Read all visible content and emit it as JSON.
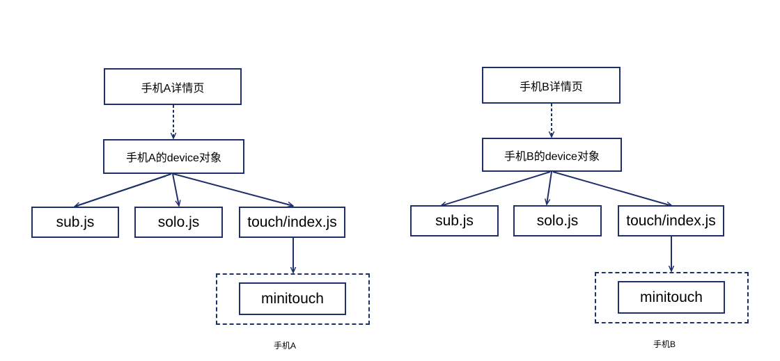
{
  "colors": {
    "line": "#1f2f6b",
    "box_border": "#1f2f6b",
    "text": "#000000"
  },
  "groups": [
    {
      "detail_page": "手机A详情页",
      "device_object": "手机A的device对象",
      "modules": [
        "sub.js",
        "solo.js",
        "touch/index.js"
      ],
      "child": "minitouch",
      "caption": "手机A"
    },
    {
      "detail_page": "手机B详情页",
      "device_object": "手机B的device对象",
      "modules": [
        "sub.js",
        "solo.js",
        "touch/index.js"
      ],
      "child": "minitouch",
      "caption": "手机B"
    }
  ]
}
